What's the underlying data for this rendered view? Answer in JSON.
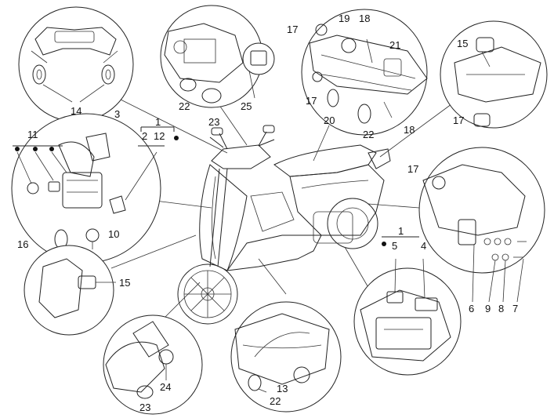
{
  "callouts": {
    "c1_top": "1",
    "c2": "2",
    "c3": "3",
    "c11": "11",
    "c12": "12",
    "c10": "10",
    "c16": "16",
    "c14": "14",
    "c22_a": "22",
    "c23_a": "23",
    "c25": "25",
    "c17_a": "17",
    "c17_b": "17",
    "c19": "19",
    "c18_a": "18",
    "c18_b": "18",
    "c21": "21",
    "c20": "20",
    "c22_b": "22",
    "c15_a": "15",
    "c17_c": "17",
    "c17_d": "17",
    "c6": "6",
    "c9": "9",
    "c8": "8",
    "c7": "7",
    "c1_mid": "1",
    "c5": "5",
    "c4": "4",
    "c15_b": "15",
    "c24": "24",
    "c23_b": "23",
    "c13": "13",
    "c22_c": "22"
  }
}
